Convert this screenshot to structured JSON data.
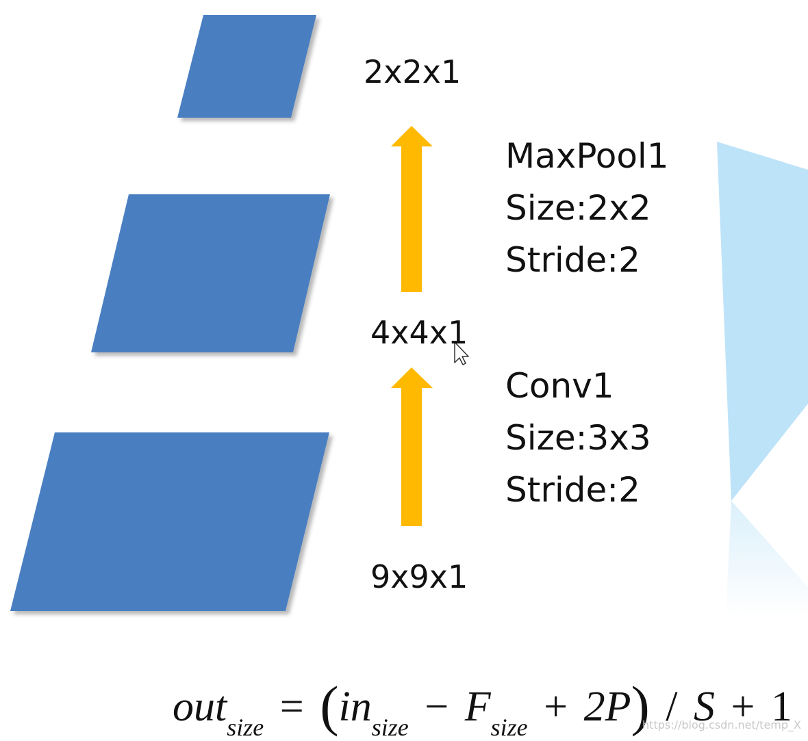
{
  "layers": [
    {
      "dims": "2x2x1"
    },
    {
      "dims": "4x4x1"
    },
    {
      "dims": "9x9x1"
    }
  ],
  "operations": [
    {
      "name": "MaxPool1",
      "size": "Size:2x2",
      "stride": "Stride:2"
    },
    {
      "name": "Conv1",
      "size": "Size:3x3",
      "stride": "Stride:2"
    }
  ],
  "formula": {
    "out": "out",
    "out_sub": "size",
    "eq": "=",
    "lparen": "(",
    "in": "in",
    "in_sub": "size",
    "minus": "−",
    "f": "F",
    "f_sub": "size",
    "plus": "+",
    "two_p": "2P",
    "rparen": ")",
    "div": "/",
    "s": "S",
    "plus2": "+",
    "one": "1"
  },
  "watermark": "https://blog.csdn.net/temp_X",
  "colors": {
    "feature_map": "#4a7fc1",
    "arrow": "#ffb900",
    "side_panel": "#bde3f8"
  }
}
